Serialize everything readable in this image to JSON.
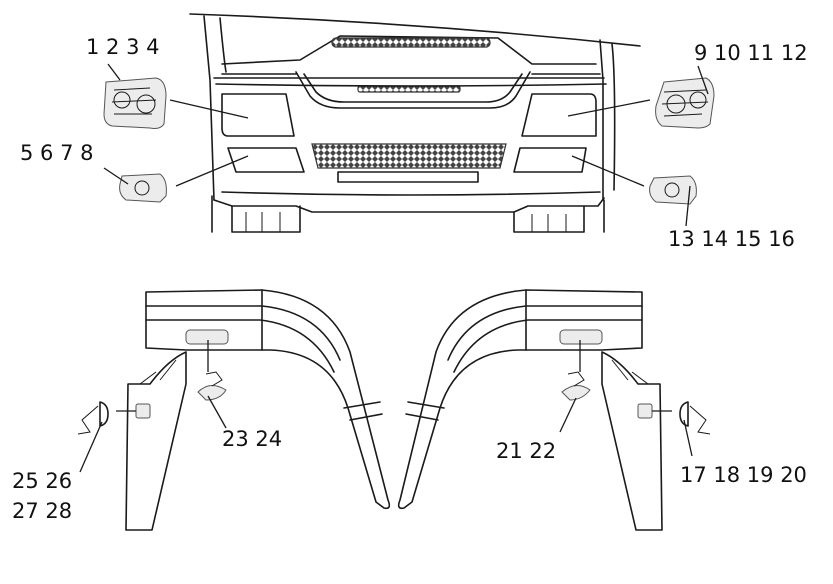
{
  "callouts": {
    "headlamp_left": "1 2 3 4",
    "foglamp_left": "5 6 7 8",
    "headlamp_right": "9 10 11 12",
    "foglamp_right": "13 14 15 16",
    "sidemarker_right": "17 18 19 20",
    "steplamp_right": "21 22",
    "steplamp_left": "23 24",
    "sidemarker_left_1": "25 26",
    "sidemarker_left_2": "27 28"
  }
}
